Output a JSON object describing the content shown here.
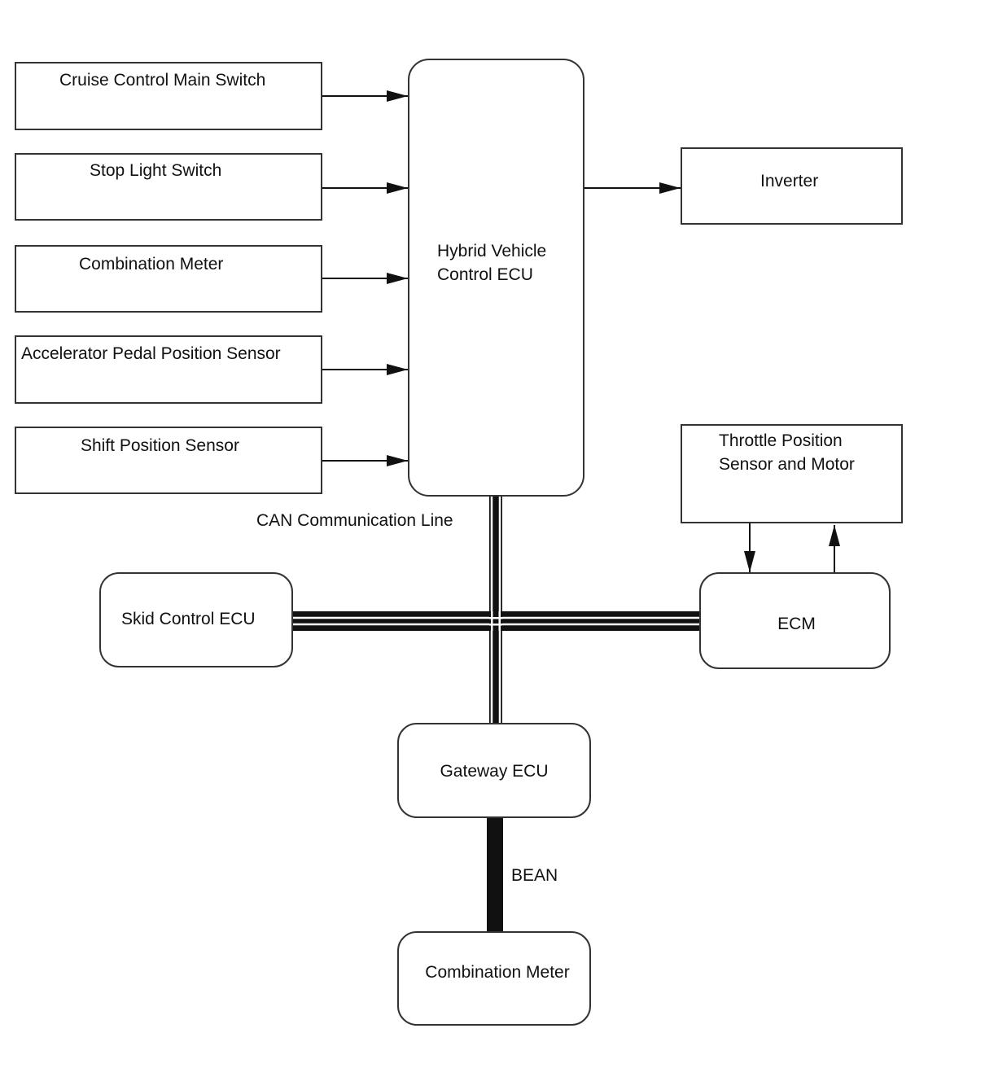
{
  "inputs": {
    "cruise_control_main_switch": "Cruise Control Main Switch",
    "stop_light_switch": "Stop Light Switch",
    "combination_meter": "Combination Meter",
    "accelerator_pedal_position_sensor": "Accelerator Pedal Position Sensor",
    "shift_position_sensor": "Shift Position Sensor"
  },
  "hv_ecu": {
    "line1": "Hybrid Vehicle",
    "line2": "Control ECU"
  },
  "inverter": "Inverter",
  "throttle": {
    "line1": "Throttle Position",
    "line2": "Sensor and Motor"
  },
  "can_label": "CAN Communication Line",
  "skid_control_ecu": "Skid Control ECU",
  "ecm": "ECM",
  "gateway_ecu": "Gateway ECU",
  "bean_label": "BEAN",
  "bottom_combination_meter": "Combination Meter",
  "colors": {
    "line": "#111111",
    "box_border": "#333333",
    "background": "#ffffff"
  }
}
